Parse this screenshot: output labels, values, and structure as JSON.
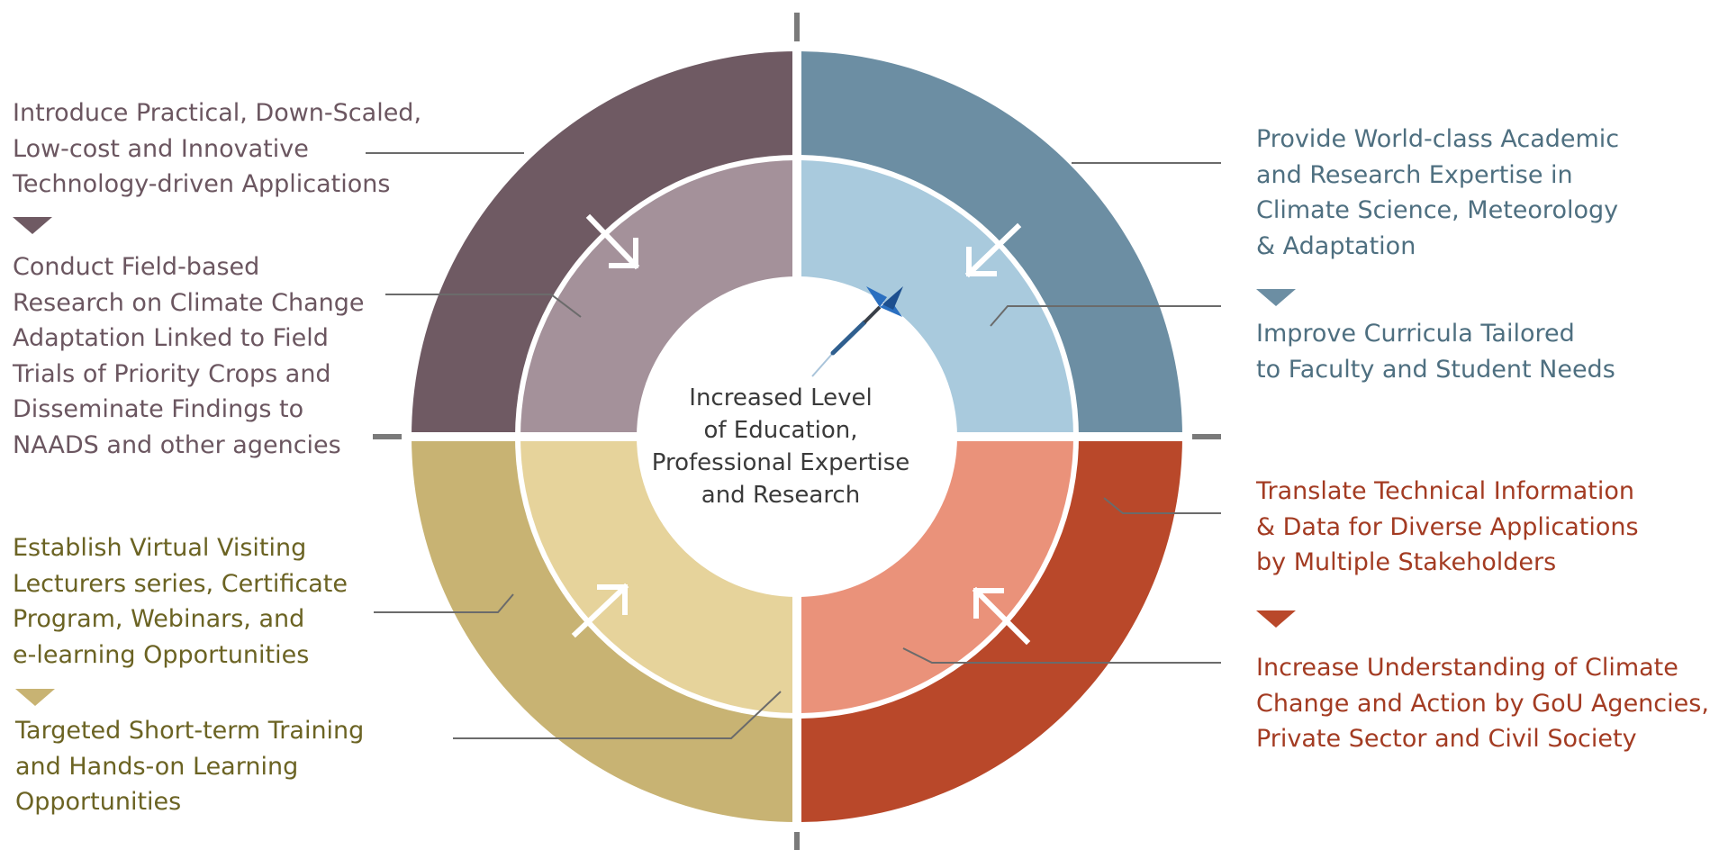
{
  "colors": {
    "top_left_outer": "#6f5a63",
    "top_left_inner": "#a4919a",
    "top_right_outer": "#6c8ea3",
    "top_right_inner": "#a9cadd",
    "bottom_left_outer": "#c8b373",
    "bottom_left_inner": "#e6d39b",
    "bottom_right_outer": "#b9482a",
    "bottom_right_inner": "#ea927a",
    "text_top_left": "#6b5660",
    "text_top_right": "#4e6f80",
    "text_bottom_left": "#6b6323",
    "text_bottom_right": "#a33b22",
    "dart": "#2a6fc0"
  },
  "center": {
    "label": "Increased Level\nof Education,\nProfessional Expertise\nand Research",
    "icon": "dart-icon"
  },
  "quadrants": {
    "top_left": {
      "outer_label": "Introduce Practical, Down-Scaled,\nLow-cost and Innovative\nTechnology-driven Applications",
      "inner_label": "Conduct Field-based\nResearch on Climate Change\nAdaptation Linked to Field\nTrials of Priority Crops and\nDisseminate Findings to\nNAADS and other agencies"
    },
    "top_right": {
      "outer_label": "Provide World-class Academic\nand Research Expertise in\nClimate Science, Meteorology\n& Adaptation",
      "inner_label": "Improve Curricula Tailored\nto Faculty and Student Needs"
    },
    "bottom_left": {
      "inner_label": "Establish Virtual Visiting\nLecturers series, Certificate\nProgram, Webinars, and\ne-learning Opportunities",
      "outer_label": "Targeted Short-term Training\nand Hands-on Learning\nOpportunities"
    },
    "bottom_right": {
      "outer_label": "Translate Technical Information\n& Data for Diverse Applications\nby Multiple Stakeholders",
      "inner_label": "Increase Understanding of Climate\nChange and Action by GoU Agencies,\nPrivate Sector and Civil Society"
    }
  }
}
